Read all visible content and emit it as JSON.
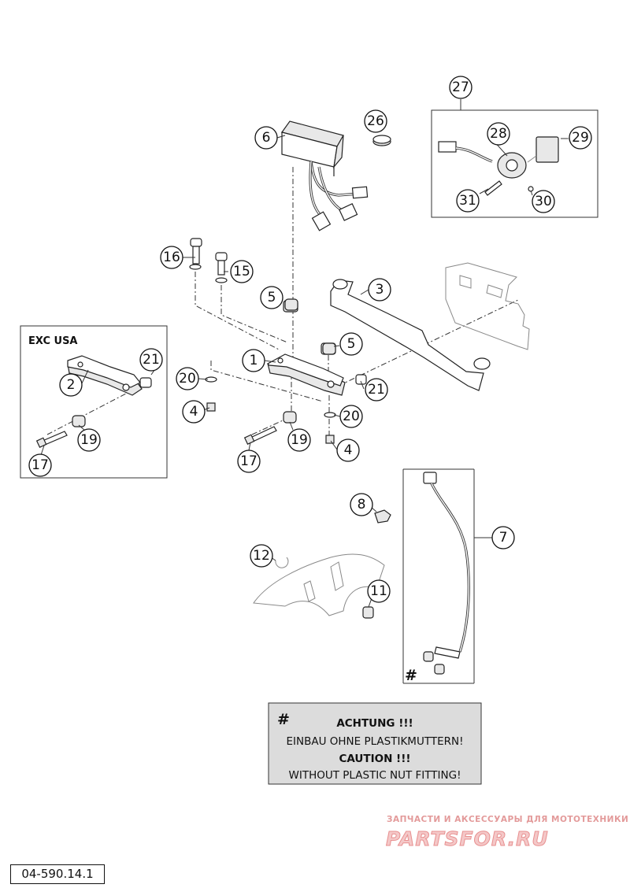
{
  "callouts": [
    {
      "id": "c27",
      "text": "27"
    },
    {
      "id": "c26",
      "text": "26"
    },
    {
      "id": "c6",
      "text": "6"
    },
    {
      "id": "c28",
      "text": "28"
    },
    {
      "id": "c29",
      "text": "29"
    },
    {
      "id": "c31",
      "text": "31"
    },
    {
      "id": "c30",
      "text": "30"
    },
    {
      "id": "c16",
      "text": "16"
    },
    {
      "id": "c15",
      "text": "15"
    },
    {
      "id": "c3",
      "text": "3"
    },
    {
      "id": "c5a",
      "text": "5"
    },
    {
      "id": "c5b",
      "text": "5"
    },
    {
      "id": "c1",
      "text": "1"
    },
    {
      "id": "c21a",
      "text": "21"
    },
    {
      "id": "c21b",
      "text": "21"
    },
    {
      "id": "c2",
      "text": "2"
    },
    {
      "id": "c20a",
      "text": "20"
    },
    {
      "id": "c20b",
      "text": "20"
    },
    {
      "id": "c4a",
      "text": "4"
    },
    {
      "id": "c4b",
      "text": "4"
    },
    {
      "id": "c19a",
      "text": "19"
    },
    {
      "id": "c19b",
      "text": "19"
    },
    {
      "id": "c17a",
      "text": "17"
    },
    {
      "id": "c17b",
      "text": "17"
    },
    {
      "id": "c8",
      "text": "8"
    },
    {
      "id": "c7",
      "text": "7"
    },
    {
      "id": "c12",
      "text": "12"
    },
    {
      "id": "c11",
      "text": "11"
    }
  ],
  "inset_label": "EXC USA",
  "hash_marks": [
    "#",
    "#"
  ],
  "note": {
    "line1": "ACHTUNG !!!",
    "line2": "EINBAU OHNE PLASTIKMUTTERN!",
    "line3": "CAUTION !!!",
    "line4": "WITHOUT PLASTIC NUT FITTING!"
  },
  "watermark": {
    "caption": "ЗАПЧАСТИ И АКСЕССУАРЫ ДЛЯ МОТОТЕХНИКИ",
    "logo": "PARTSFOR.RU"
  },
  "diagram_code": "04-590.14.1"
}
